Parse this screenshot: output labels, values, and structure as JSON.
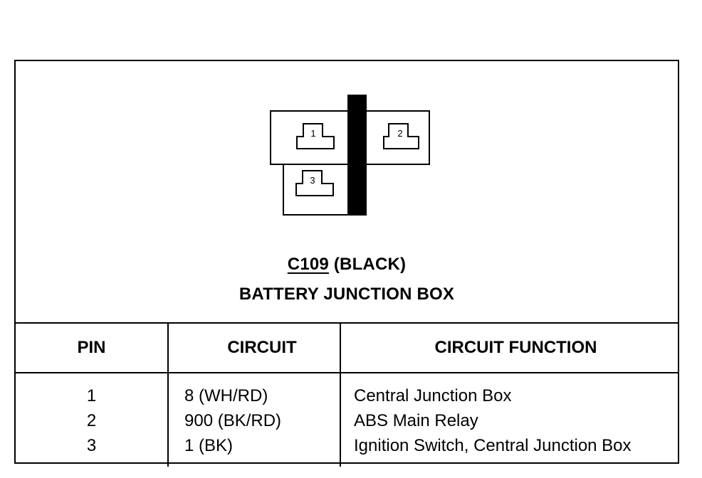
{
  "connector": {
    "id": "C109",
    "color_label": "(BLACK)",
    "location": "BATTERY JUNCTION BOX",
    "pins": [
      {
        "label": "1"
      },
      {
        "label": "2"
      },
      {
        "label": "3"
      }
    ]
  },
  "table": {
    "headers": {
      "pin": "PIN",
      "circuit": "CIRCUIT",
      "function": "CIRCUIT FUNCTION"
    },
    "rows": [
      {
        "pin": "1",
        "circuit": "8 (WH/RD)",
        "function": "Central Junction Box"
      },
      {
        "pin": "2",
        "circuit": "900 (BK/RD)",
        "function": "ABS Main Relay"
      },
      {
        "pin": "3",
        "circuit": "1 (BK)",
        "function": "Ignition Switch, Central Junction Box"
      }
    ]
  }
}
